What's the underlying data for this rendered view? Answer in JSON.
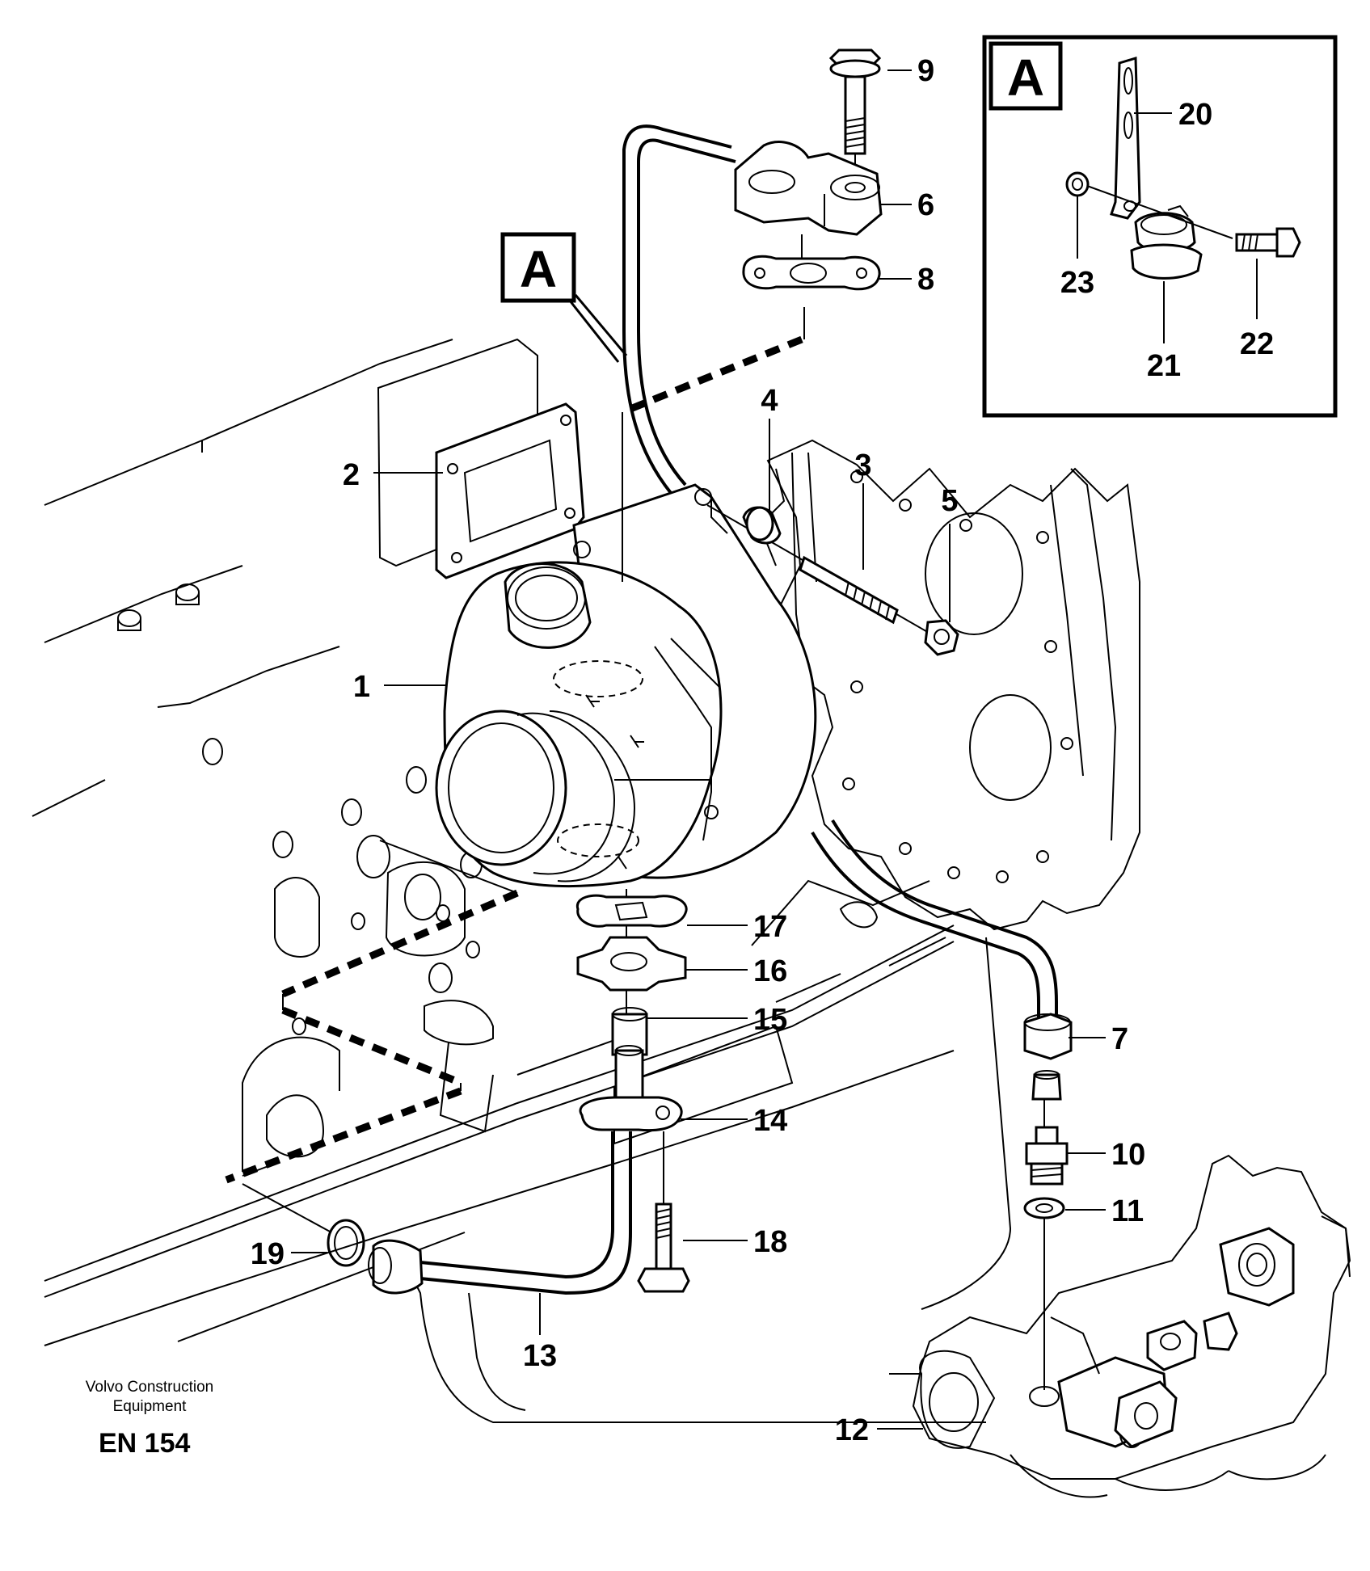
{
  "detail_labels": {
    "main": "A",
    "inset": "A"
  },
  "callouts": [
    "1",
    "2",
    "3",
    "4",
    "5",
    "6",
    "7",
    "8",
    "9",
    "10",
    "11",
    "12",
    "13",
    "14",
    "15",
    "16",
    "17",
    "18",
    "19",
    "20",
    "21",
    "22",
    "23"
  ],
  "footer": {
    "company_line1": "Volvo Construction",
    "company_line2": "Equipment",
    "code": "EN 154"
  },
  "icons": [
    "turbocharger-drawing",
    "engine-block-drawing",
    "oil-pipe-drawing",
    "bracket-detail-drawing"
  ],
  "colors": {
    "line": "#000000",
    "background": "#ffffff"
  }
}
